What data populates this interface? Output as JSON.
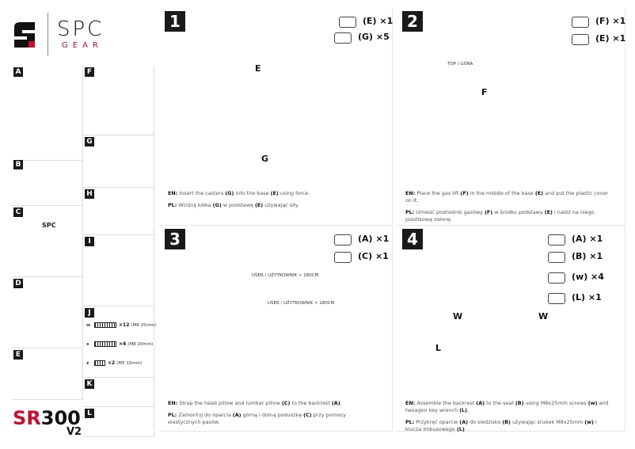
{
  "brand": {
    "name": "SPC",
    "sub": "GEAR",
    "accent": "#c8102e"
  },
  "product": {
    "model_prefix": "SR",
    "model_number": "300",
    "version": "V2"
  },
  "parts": [
    {
      "id": "A"
    },
    {
      "id": "B"
    },
    {
      "id": "C"
    },
    {
      "id": "D"
    },
    {
      "id": "E"
    },
    {
      "id": "F"
    },
    {
      "id": "G"
    },
    {
      "id": "H"
    },
    {
      "id": "I"
    },
    {
      "id": "J"
    },
    {
      "id": "K"
    },
    {
      "id": "L"
    }
  ],
  "part_c_logo": "SPC",
  "screws": [
    {
      "letter": "w",
      "qty": "×12",
      "spec": "(M8 25mm)"
    },
    {
      "letter": "x",
      "qty": "×4",
      "spec": "(M8 20mm)"
    },
    {
      "letter": "z",
      "qty": "×2",
      "spec": "(M5 10mm)"
    }
  ],
  "steps": [
    {
      "number": "1",
      "items": [
        "(E) ×1",
        "(G) ×5"
      ],
      "labels": [
        "E",
        "G"
      ],
      "en": [
        {
          "t": "EN:",
          "b": true
        },
        {
          "t": " Insert the casters "
        },
        {
          "t": "(G)",
          "b": true
        },
        {
          "t": " into the base "
        },
        {
          "t": "(E)",
          "b": true
        },
        {
          "t": " using force."
        }
      ],
      "pl": [
        {
          "t": "PL:",
          "b": true
        },
        {
          "t": " Wciśnij kółka "
        },
        {
          "t": "(G)",
          "b": true
        },
        {
          "t": " w podstawę "
        },
        {
          "t": "(E)",
          "b": true
        },
        {
          "t": " używając siły."
        }
      ]
    },
    {
      "number": "2",
      "items": [
        "(F) ×1",
        "(E) ×1"
      ],
      "labels": [
        "TOP / GÓRA",
        "F"
      ],
      "en": [
        {
          "t": "EN:",
          "b": true
        },
        {
          "t": " Place the gas lift "
        },
        {
          "t": "(F)",
          "b": true
        },
        {
          "t": " in the middle of the base "
        },
        {
          "t": "(E)",
          "b": true
        },
        {
          "t": " and put the plastic cover on it."
        }
      ],
      "pl": [
        {
          "t": "PL:",
          "b": true
        },
        {
          "t": " Umieść podnośnik gazowy "
        },
        {
          "t": "(F)",
          "b": true
        },
        {
          "t": " w środku podstawy "
        },
        {
          "t": "(E)",
          "b": true
        },
        {
          "t": " i nałóż na niego plastikową osłonę."
        }
      ]
    },
    {
      "number": "3",
      "items": [
        "(A) ×1",
        "(C) ×1"
      ],
      "labels": [
        "USER / UŻYTKOWNIK > 180CM",
        "USER / UŻYTKOWNIK < 180CM"
      ],
      "en": [
        {
          "t": "EN:",
          "b": true
        },
        {
          "t": " Strap the head pillow and lumbar pillow "
        },
        {
          "t": "(C)",
          "b": true
        },
        {
          "t": " to the backrest "
        },
        {
          "t": "(A)",
          "b": true
        },
        {
          "t": "."
        }
      ],
      "pl": [
        {
          "t": "PL:",
          "b": true
        },
        {
          "t": " Zamontuj do oparcia "
        },
        {
          "t": "(A)",
          "b": true
        },
        {
          "t": " górną i dolną poduszkę "
        },
        {
          "t": "(C)",
          "b": true
        },
        {
          "t": " przy pomocy elastycznych pasów."
        }
      ]
    },
    {
      "number": "4",
      "items": [
        "(A) ×1",
        "(B) ×1",
        "(w) ×4",
        "(L) ×1"
      ],
      "labels": [
        "W",
        "W",
        "L"
      ],
      "en": [
        {
          "t": "EN:",
          "b": true
        },
        {
          "t": " Assemble the backrest "
        },
        {
          "t": "(A)",
          "b": true
        },
        {
          "t": " to the seat "
        },
        {
          "t": "(B)",
          "b": true
        },
        {
          "t": " using M8x25mm screws "
        },
        {
          "t": "(w)",
          "b": true
        },
        {
          "t": " and hexagon key wrench "
        },
        {
          "t": "(L)",
          "b": true
        },
        {
          "t": "."
        }
      ],
      "pl": [
        {
          "t": "PL:",
          "b": true
        },
        {
          "t": " Przykręć oparcie "
        },
        {
          "t": "(A)",
          "b": true
        },
        {
          "t": " do siedziska "
        },
        {
          "t": "(B)",
          "b": true
        },
        {
          "t": " używając śrubek M8x25mm "
        },
        {
          "t": "(w)",
          "b": true
        },
        {
          "t": " i klucza imbusowego "
        },
        {
          "t": "(L)",
          "b": true
        },
        {
          "t": "."
        }
      ]
    }
  ]
}
